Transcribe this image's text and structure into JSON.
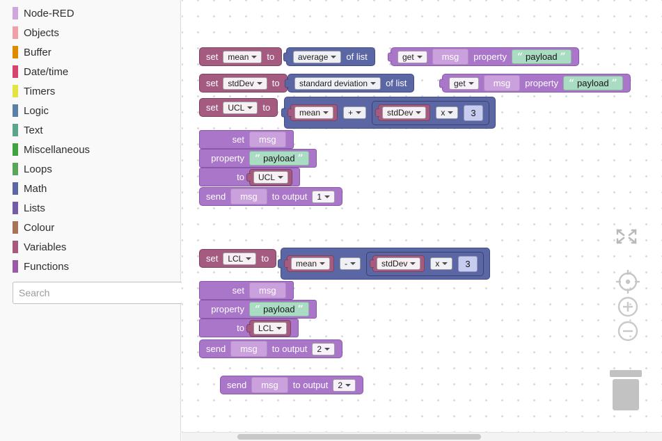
{
  "sidebar": {
    "search_placeholder": "Search",
    "categories": [
      {
        "label": "Node-RED",
        "color": "#cfa7dd"
      },
      {
        "label": "Objects",
        "color": "#f0a1a8"
      },
      {
        "label": "Buffer",
        "color": "#e08a00"
      },
      {
        "label": "Date/time",
        "color": "#d64570"
      },
      {
        "label": "Timers",
        "color": "#e3e342"
      },
      {
        "label": "Logic",
        "color": "#5b80a5"
      },
      {
        "label": "Text",
        "color": "#5ba58c"
      },
      {
        "label": "Miscellaneous",
        "color": "#3fa43f"
      },
      {
        "label": "Loops",
        "color": "#5ba55b"
      },
      {
        "label": "Math",
        "color": "#5b67a5"
      },
      {
        "label": "Lists",
        "color": "#745ba5"
      },
      {
        "label": "Colour",
        "color": "#a5745b"
      },
      {
        "label": "Variables",
        "color": "#a55b80"
      },
      {
        "label": "Functions",
        "color": "#995ba5"
      }
    ]
  },
  "labels": {
    "set": "set",
    "to": "to",
    "of_list": "of list",
    "get": "get",
    "property": "property",
    "send": "send",
    "to_output": "to output"
  },
  "fields": {
    "msg": "msg",
    "payload": "payload",
    "open_quote": "“",
    "close_quote": "”",
    "mean": "mean",
    "stdDev": "stdDev",
    "UCL": "UCL",
    "LCL": "LCL",
    "average": "average",
    "std_deviation": "standard deviation",
    "plus": "+",
    "minus": "-",
    "times": "x",
    "three": "3",
    "output1": "1",
    "output2": "2"
  },
  "colors": {
    "variable_block": "#a55b80",
    "math_block": "#5b67a5",
    "nodered_block": "#aa76c9",
    "msg_shadow": "#caa1dd",
    "string_shadow": "#a9dcc3",
    "number_shadow": "#c6cdf0"
  },
  "controls": {
    "buttons": [
      "zoom-to-fit",
      "center-view",
      "zoom-in",
      "zoom-out",
      "trash"
    ]
  }
}
